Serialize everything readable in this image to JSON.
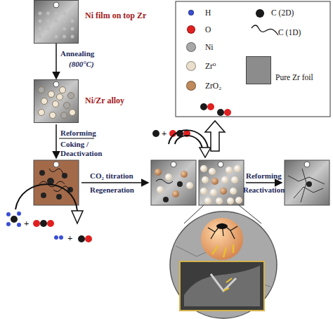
{
  "diagram": {
    "nodes": [
      {
        "text": [
          "Ni film on top Zr"
        ]
      },
      {
        "text": [
          "Ni/Zr alloy"
        ]
      }
    ],
    "edges": [
      {
        "from": 0,
        "to": 1,
        "arrow": "to"
      }
    ],
    "labels": [
      "Annealing",
      "(800°C)",
      "Reforming",
      "Coking / Deactivation",
      "CO₂ titration",
      "Regeneration",
      "Reforming",
      "Reactivation",
      "+",
      "+",
      "+"
    ],
    "legend": [
      {
        "text": "H",
        "color": "#3a4fd6"
      },
      {
        "text": "O",
        "color": "#e02020"
      },
      {
        "text": "Ni",
        "color": "#a8a8a8"
      },
      {
        "text": "Zr⁰",
        "color": "#eadfcc"
      },
      {
        "text": "ZrO₂",
        "color": "#c08a5c"
      },
      {
        "text": "C (2D)",
        "color": "#1a1a1a"
      },
      {
        "text": "C (1D)"
      },
      {
        "text": "Pure Zr foil",
        "color": "#8c8c8c"
      }
    ]
  }
}
